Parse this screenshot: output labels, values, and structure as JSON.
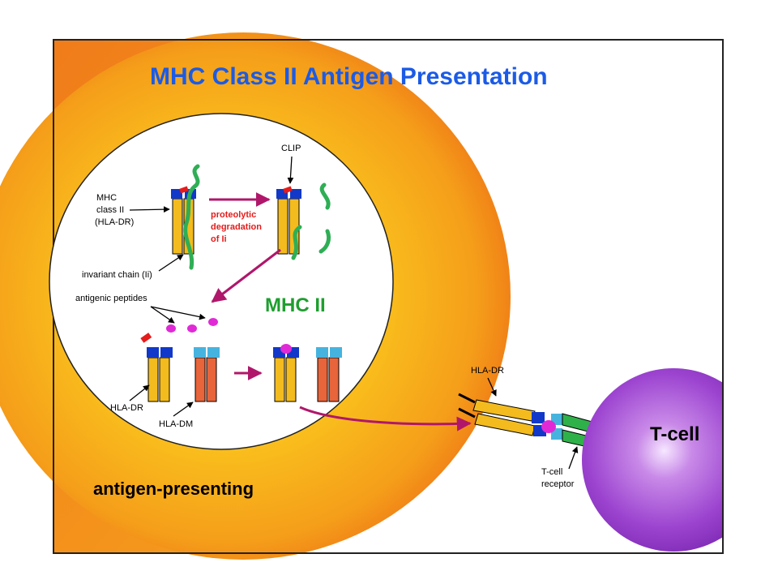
{
  "title": "MHC Class II Antigen Presentation",
  "labels": {
    "clip": "CLIP",
    "mhc_class_ii": [
      "MHC",
      "class II",
      "(HLA-DR)"
    ],
    "proteolytic": [
      "proteolytic",
      "degradation",
      "of Ii"
    ],
    "invariant_chain": "invariant chain (Ii)",
    "antigenic_peptides": "antigenic peptides",
    "mhc_ii": "MHC II",
    "hla_dr_inner": "HLA-DR",
    "hla_dm": "HLA-DM",
    "hla_dr_outer": "HLA-DR",
    "t_cell_receptor": [
      "T-cell",
      "receptor"
    ],
    "t_cell": "T-cell",
    "apc": "antigen-presenting"
  },
  "colors": {
    "title": "#1b5be6",
    "mhc_ii_label": "#1f9e2f",
    "red_label": "#e41c1c",
    "arrow": "#b0176b",
    "mhc_yellow": "#f3bb1e",
    "hla_dm_orange": "#e8643a",
    "cap_blue": "#1238c9",
    "cap_cyan": "#46b3df",
    "peptide": "#e02ad6",
    "invariant_green": "#2fae55",
    "tcr_green": "#2fb14a",
    "t_cell_purple": "#9b43cf"
  }
}
